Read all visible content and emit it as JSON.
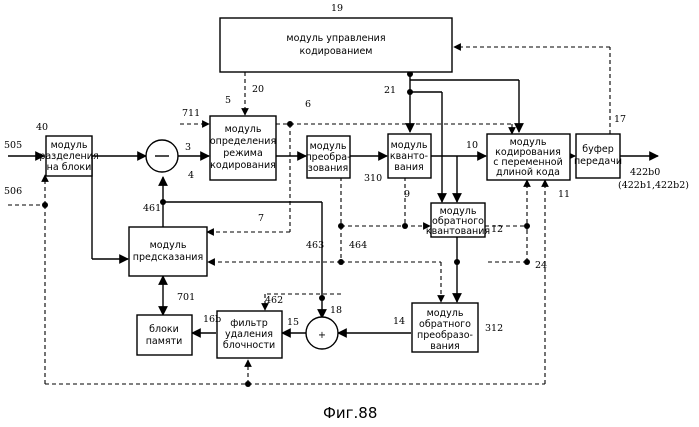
{
  "blocks": {
    "coding_control": [
      "модуль управления",
      "кодированием"
    ],
    "block_split": [
      "модуль",
      "разделения",
      "на блоки"
    ],
    "mode_decision": [
      "модуль",
      "определения",
      "режима",
      "кодирования"
    ],
    "transform": [
      "модуль",
      "преобра-",
      "зования"
    ],
    "quantize": [
      "модуль",
      "кванто-",
      "вания"
    ],
    "vlc": [
      "модуль",
      "кодирования",
      "с переменной",
      "длиной кода"
    ],
    "buffer": [
      "буфер",
      "передачи"
    ],
    "inv_quant": [
      "модуль",
      "обратного",
      "квантования"
    ],
    "prediction": [
      "модуль",
      "предсказания"
    ],
    "inv_transform": [
      "модуль",
      "обратного",
      "преобразо-",
      "вания"
    ],
    "memory": [
      "блоки",
      "памяти"
    ],
    "deblock": [
      "фильтр",
      "удаления",
      "блочности"
    ]
  },
  "labels": {
    "n19": "19",
    "n20": "20",
    "n5": "5",
    "n711": "711",
    "n6": "6",
    "n21": "21",
    "n17": "17",
    "n505": "505",
    "n40": "40",
    "n3": "3",
    "n4": "4",
    "n310": "310",
    "n9": "9",
    "n10": "10",
    "n11": "11",
    "n12": "12",
    "n506": "506",
    "n461": "461",
    "n7": "7",
    "n463": "463",
    "n464": "464",
    "n24": "24",
    "n701": "701",
    "n462": "462",
    "n15": "15",
    "n18": "18",
    "n14": "14",
    "n312": "312",
    "n16b": "16b",
    "out_main": "422b0",
    "out_sub": "(422b1,422b2)"
  },
  "caption": "Фиг.88"
}
